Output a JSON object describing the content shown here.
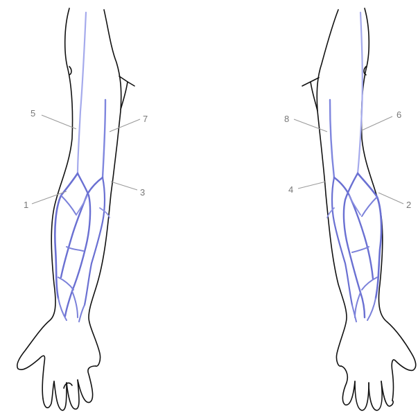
{
  "colors": {
    "vein": "#5a5fc8",
    "vein_light": "#9aa0e6",
    "outline": "#111111",
    "leader": "#9a9a9a",
    "callout_text": "#777777"
  },
  "left_arm": {
    "callouts": {
      "c1": "1",
      "c3": "3",
      "c5": "5",
      "c7": "7"
    }
  },
  "right_arm": {
    "callouts": {
      "c2": "2",
      "c4": "4",
      "c6": "6",
      "c8": "8"
    }
  },
  "icons": {
    "left_arrow": "arrow-up-right-icon",
    "right_arrow": "arrow-up-left-icon"
  }
}
